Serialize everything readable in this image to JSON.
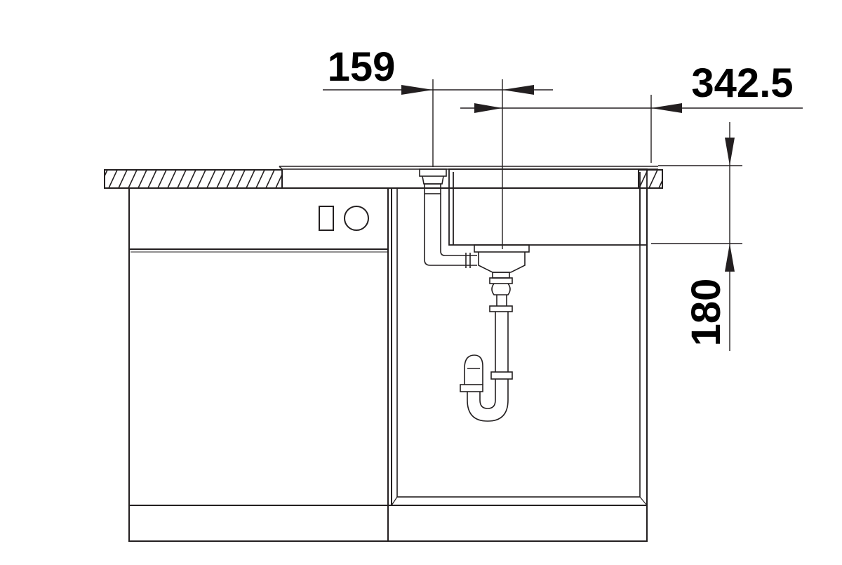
{
  "dimensions": {
    "faucet_offset": "159",
    "outlet_offset": "342.5",
    "bowl_depth": "180"
  },
  "colors": {
    "line": "#231f20",
    "background": "#ffffff"
  }
}
